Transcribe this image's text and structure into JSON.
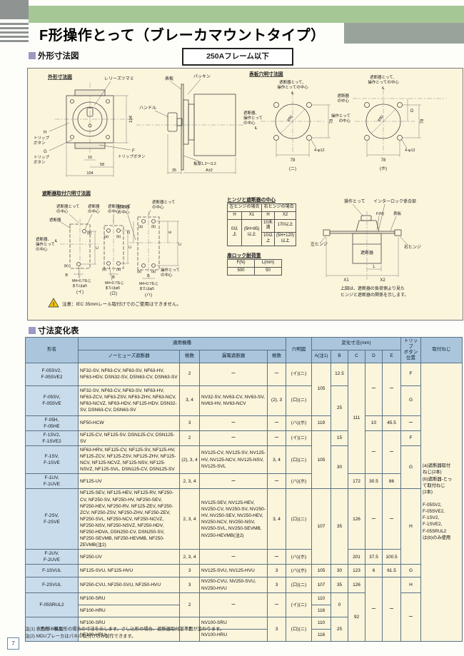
{
  "header": {
    "title": "F形操作とって（ブレーカマウントタイプ）"
  },
  "sections": {
    "outline": "外形寸法図",
    "frame": "250Aフレーム以下",
    "dims": "寸法変化表"
  },
  "diagrams": {
    "cl": "℄",
    "outline": {
      "title": "外形寸法図",
      "release_knob": "レリーズツマミ",
      "h": "H",
      "g": "G",
      "f": "F",
      "trip1": "トリップ",
      "trip2": "ボタン",
      "trip_btn": "トリップボタン",
      "d104": "104",
      "d16": "16",
      "d58": "58",
      "front_plate": "表板",
      "packing": "パッキン",
      "handle": "ハンドル",
      "thickness": "板厚1.2～3.2",
      "d35": "35",
      "dA": "A±2"
    },
    "holes": {
      "title": "表板穴明寸法図",
      "top1": "遮断器とって、",
      "top2": "操作とっての中心",
      "left1": "遮断器、",
      "left2": "操作とって",
      "left3": "の中心",
      "bc1": "遮断器",
      "bc2": "の中心",
      "oc1": "操作とって",
      "oc2": "の中心",
      "phi90": "φ90",
      "d78": "78",
      "bolt": "4-φ12",
      "dD": "D",
      "ni": "(ニ)",
      "ho": "(ホ)"
    },
    "mount": {
      "title": "遮断器取付穴明寸法図",
      "tc1": "遮断器とって",
      "tc2": "の中心",
      "bc1": "遮断器",
      "bc2": "の中心",
      "breaker": "遮断器",
      "bo1": "遮断器、",
      "bo2": "操作とって",
      "bo3": "の中心",
      "oc1": "操作とって",
      "oc2": "の中心",
      "a": "(a)",
      "b": "(b)",
      "dB": "B",
      "dC": "C",
      "dD": "D",
      "dE": "E",
      "m4a": "M4×0.7ねじ",
      "m4b": "またはφ5",
      "i": "(イ)",
      "ro": "(ロ)",
      "ha": "(ハ)"
    },
    "warning": "注意：IEC 35mmレール取付けでのご使用はできません。",
    "hinge_table": {
      "title": "ヒンジと遮断器の中心",
      "cols": [
        20,
        28,
        18,
        28
      ],
      "rows": [
        [
          {
            "t": "左ヒンジの場合",
            "cs": 2
          },
          {
            "t": "右ヒンジの場合",
            "cs": 2
          }
        ],
        [
          {
            "t": "H"
          },
          {
            "t": "X1"
          },
          {
            "t": "H"
          },
          {
            "t": "X2"
          }
        ],
        [
          {
            "t": "0以上",
            "rs": 2
          },
          {
            "t": "(5H+85)\n以上",
            "rs": 2
          },
          {
            "t": "10未満"
          },
          {
            "t": "170以上"
          }
        ],
        [
          {
            "t": "10以上"
          },
          {
            "t": "(5H+120)\n以上"
          }
        ]
      ]
    },
    "door_lock": {
      "title": "扉ロック耐荷重",
      "cols": [
        38,
        38
      ],
      "rows": [
        [
          {
            "t": "F(N)"
          },
          {
            "t": "L(mm)"
          }
        ],
        [
          {
            "t": "500"
          },
          {
            "t": "50"
          }
        ]
      ]
    },
    "hinge": {
      "handle": "操作とって",
      "interlock": "インターロック係合部",
      "fn": "F(N)",
      "plate": "表板",
      "left_hinge": "左ヒンジ",
      "right_hinge": "右ヒンジ",
      "breaker": "遮断器",
      "dL": "L",
      "dX1": "X1",
      "dX2": "X2",
      "cap1": "上図は、遮断器の負荷側より見た",
      "cap2": "ヒンジと遮断器の関係を示します。"
    }
  },
  "table": {
    "cols": [
      74,
      142,
      28,
      95,
      26,
      36,
      27,
      24,
      24,
      24,
      26,
      28,
      58
    ],
    "header": [
      [
        {
          "t": "形名",
          "rs": 2
        },
        {
          "t": "適用機種",
          "cs": 4
        },
        {
          "t": "穴明図",
          "rs": 2
        },
        {
          "t": "変化寸法(mm)",
          "cs": 5
        },
        {
          "t": "トリップ\nボタン\n位置",
          "rs": 2
        },
        {
          "t": "取付ねじ",
          "rs": 2
        }
      ],
      [
        {
          "t": "ノーヒューズ遮断器"
        },
        {
          "t": "極数"
        },
        {
          "t": "漏電遮断器"
        },
        {
          "t": "極数"
        },
        {
          "t": "A(注1)"
        },
        {
          "t": "B"
        },
        {
          "t": "C"
        },
        {
          "t": "D"
        },
        {
          "t": "E"
        }
      ]
    ],
    "rows": [
      {
        "h": 32,
        "cells": [
          {
            "t": "F-05SV2,\nF-05SVE2",
            "c": "m"
          },
          {
            "t": "NF32-SV, NF63-CV, NF63-SV, NF63-HV, NF63-HDV, DSN32-SV, DSN63-CV, DSN63-SV",
            "c": "l"
          },
          {
            "t": "2"
          },
          {
            "t": "ー"
          },
          {
            "t": "ー"
          },
          {
            "t": "(イ)(ニ)"
          },
          {
            "t": "105",
            "rs": 2
          },
          {
            "t": "12.5"
          },
          {
            "t": "111",
            "rs": 5
          },
          {
            "t": "ー",
            "rs": 2
          },
          {
            "t": "ー",
            "rs": 2
          },
          {
            "t": "F"
          },
          {
            "t": "(a)遮断器取付\nねじ(2本)\n(b)遮断器-とっ\nて取付ねじ\n(2本)\n\nF-05SV2,\nF-05SVE2,\nF-1SV2,\nF-1SVE2,\nF-05SRUL2\nは(b)のみ使用",
            "rs": 14,
            "c": "s"
          }
        ]
      },
      {
        "h": 42,
        "cells": [
          {
            "t": "F-05SV,\nF-05SVE",
            "c": "m"
          },
          {
            "t": "NF32-SV, NF63-CV, NF63-SV, NF63-HV, NF63-ZCV, NF63-ZSV, NF63-ZHV, NF63-NCV, NF63-NCVZ, NF63-HDV, NF125-HDV, DSN32-SV, DSN63-CV, DSN63-SV",
            "c": "l"
          },
          {
            "t": "3, 4"
          },
          {
            "t": "NV32-SV, NV63-CV, NV63-SV, NV63-HV, NV63-NCV",
            "c": "l"
          },
          {
            "t": "(2), 3"
          },
          {
            "t": "(ロ)(ニ)"
          },
          {
            "t": "25",
            "rs": 2
          },
          {
            "t": "G"
          }
        ]
      },
      {
        "h": 18,
        "cells": [
          {
            "t": "F-05H,\nF-05HE",
            "c": "m"
          },
          {
            "t": "NF50-HCW",
            "c": "l"
          },
          {
            "t": "3"
          },
          {
            "t": "ー"
          },
          {
            "t": "ー"
          },
          {
            "t": "(ハ)(ホ)"
          },
          {
            "t": "119"
          },
          {
            "t": "10"
          },
          {
            "t": "45.5"
          },
          {
            "t": "ー"
          }
        ]
      },
      {
        "h": 20,
        "cells": [
          {
            "t": "F-1SV2,\nF-1SVE2",
            "c": "m"
          },
          {
            "t": "NF125-CV, NF125-SV, DSN125-CV, DSN125-SV",
            "c": "l"
          },
          {
            "t": "2"
          },
          {
            "t": "ー"
          },
          {
            "t": "ー"
          },
          {
            "t": "(イ)(ニ)"
          },
          {
            "t": "105",
            "rs": 3
          },
          {
            "t": "15"
          },
          {
            "t": "ー",
            "rs": 2
          },
          {
            "t": "ー",
            "rs": 2
          },
          {
            "t": "F"
          }
        ]
      },
      {
        "h": 38,
        "cells": [
          {
            "t": "F-1SV,\nF-1SVE",
            "c": "m"
          },
          {
            "t": "NF63-HRV, NF125-CV, NF125-SV, NF125-HV, NF125-ZCV, NF125-ZSV, NF125-ZHV, NF125-NCV, NF125-NCVZ, NF125-NSV, NF125-NSVZ, NF125-SVL, DSN125-CV, DSN125-SV",
            "c": "l"
          },
          {
            "t": "(2), 3, 4"
          },
          {
            "t": "NV125-CV, NV125-SV, NV125-HV, NV125-NCV, NV125-NSV, NV125-SVL",
            "c": "l"
          },
          {
            "t": "3, 4"
          },
          {
            "t": "(ロ)(ニ)"
          },
          {
            "t": "30",
            "rs": 2
          },
          {
            "t": "G",
            "rs": 2
          }
        ]
      },
      {
        "h": 18,
        "cells": [
          {
            "t": "F-1UV,\nF-1UVE",
            "c": "m"
          },
          {
            "t": "NF125-UV",
            "c": "l"
          },
          {
            "t": "2, 3, 4"
          },
          {
            "t": "ー"
          },
          {
            "t": "ー"
          },
          {
            "t": "(ハ)(ホ)"
          },
          {
            "t": "172"
          },
          {
            "t": "30.5"
          },
          {
            "t": "86"
          }
        ]
      },
      {
        "h": 80,
        "cells": [
          {
            "t": "F-2SV,\nF-2SVE",
            "c": "m"
          },
          {
            "t": "NF125-SEV, NF125-HEV, NF125-RV, NF250-CV, NF250-SV, NF250-HV, NF250-SEV, NF250-HEV, NF250-RV, NF125-ZEV, NF250-ZCV, NF250-ZSV, NF250-ZHV, NF250-ZEV, NF250-SVL, NF250-NCV, NF250-NCVZ, NF250-NSV, NF250-NSVZ, NF250-HDV, NF250-HDVA, DSN250-CV, DSN250-SV, NF250-SEVMB, NF250-HEVMB, NF250-ZEVMB(注2)",
            "c": "l"
          },
          {
            "t": "2, 3, 4"
          },
          {
            "t": "NV125-SEV, NV125-HEV, NV250-CV, NV250-SV, NV250-HV, NV250-SEV, NV250-HEV, NV250-NCV, NV250-NSV, NV250-SVL, NV250-SEVMB, NV250-HEVMB(注2)",
            "c": "l"
          },
          {
            "t": "3, 4"
          },
          {
            "t": "(ロ)(ニ)"
          },
          {
            "t": "107",
            "rs": 2
          },
          {
            "t": "35",
            "rs": 2
          },
          {
            "t": "126"
          },
          {
            "t": "ー"
          },
          {
            "t": "ー"
          },
          {
            "t": "H",
            "rs": 2
          }
        ]
      },
      {
        "h": 18,
        "cells": [
          {
            "t": "F-2UV,\nF-2UVE",
            "c": "m"
          },
          {
            "t": "NF250-UV",
            "c": "l"
          },
          {
            "t": "2, 3, 4"
          },
          {
            "t": "ー"
          },
          {
            "t": "ー"
          },
          {
            "t": "(ハ)(ホ)"
          },
          {
            "t": "201"
          },
          {
            "t": "37.5"
          },
          {
            "t": "100.5"
          }
        ]
      },
      {
        "h": 18,
        "cells": [
          {
            "t": "F-1SVUL",
            "c": "m"
          },
          {
            "t": "NF125-SVU, NF125-HVU",
            "c": "l"
          },
          {
            "t": "3"
          },
          {
            "t": "NV125-SVU, NV125-HVU",
            "c": "l"
          },
          {
            "t": "3"
          },
          {
            "t": "(ハ)(ホ)"
          },
          {
            "t": "105"
          },
          {
            "t": "30"
          },
          {
            "t": "123"
          },
          {
            "t": "6"
          },
          {
            "t": "61.5"
          },
          {
            "t": "G"
          }
        ]
      },
      {
        "h": 20,
        "cells": [
          {
            "t": "F-2SVUL",
            "c": "m"
          },
          {
            "t": "NF250-CVU, NF250-SVU, NF250-HVU",
            "c": "l"
          },
          {
            "t": "3"
          },
          {
            "t": "NV250-CVU, NV250-SVU, NV250-HVU",
            "c": "l"
          },
          {
            "t": "3"
          },
          {
            "t": "(ロ)(ニ)"
          },
          {
            "t": "107"
          },
          {
            "t": "35"
          },
          {
            "t": "126"
          },
          {
            "t": "ー",
            "rs": 5
          },
          {
            "t": "ー",
            "rs": 5
          },
          {
            "t": "H"
          }
        ]
      },
      {
        "h": 17,
        "cells": [
          {
            "t": "F-05SRUL2",
            "c": "m",
            "rs": 2
          },
          {
            "t": "NF100-SRU",
            "c": "l"
          },
          {
            "t": "2",
            "rs": 2
          },
          {
            "t": "ー",
            "rs": 2
          },
          {
            "t": "ー",
            "rs": 2
          },
          {
            "t": "(イ)(ニ)",
            "rs": 2
          },
          {
            "t": "110"
          },
          {
            "t": "0",
            "rs": 2
          },
          {
            "t": "92",
            "rs": 4
          },
          {
            "t": "ー",
            "rs": 4
          }
        ]
      },
      {
        "h": 17,
        "cells": [
          {
            "t": "NF100-HRU",
            "c": "l"
          },
          {
            "t": "116"
          }
        ]
      },
      {
        "h": 17,
        "cells": [
          {
            "t": "F-05SRUL",
            "c": "m",
            "rs": 2
          },
          {
            "t": "NF100-SRU",
            "c": "l"
          },
          {
            "t": "3",
            "rs": 2
          },
          {
            "t": "NV100-SRU",
            "c": "l"
          },
          {
            "t": "3",
            "rs": 2
          },
          {
            "t": "(ロ)(ニ)",
            "rs": 2
          },
          {
            "t": "110"
          },
          {
            "t": "25",
            "rs": 2
          }
        ]
      },
      {
        "h": 17,
        "cells": [
          {
            "t": "NF100-HRU",
            "c": "l"
          },
          {
            "t": "NV100-HRU",
            "c": "l"
          },
          {
            "t": "116"
          }
        ]
      }
    ]
  },
  "notes": {
    "n1": "注(1) 表面形・裏面形の場合の寸法を示します。さし込形の場合、遮断器取付基準面が変わります。",
    "n2": "注(2) MDUブレーカはパネル取付けのみ製作できます。"
  },
  "page": {
    "number": "7"
  }
}
